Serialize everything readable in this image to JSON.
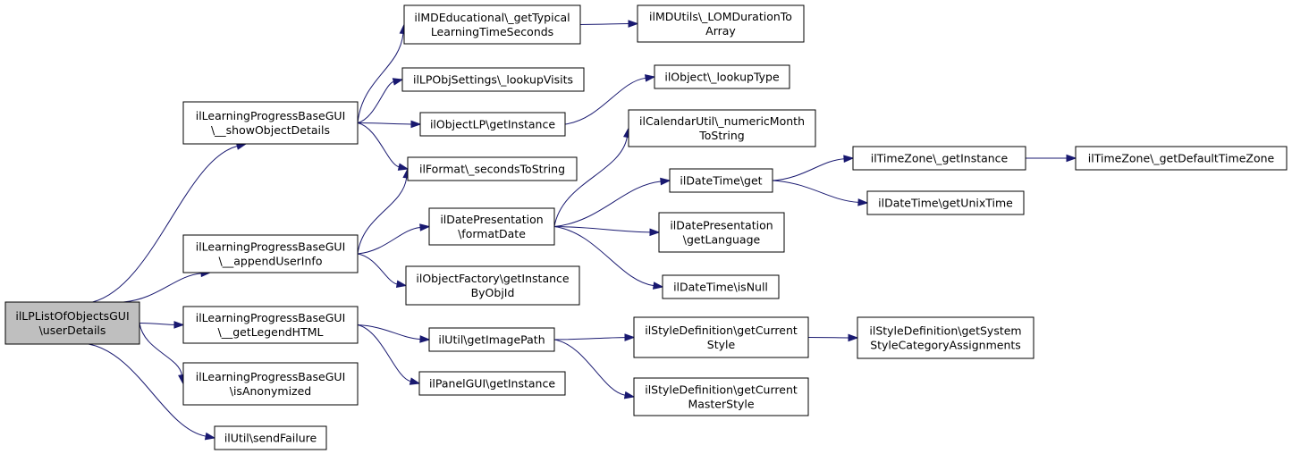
{
  "colors": {
    "edge": "#191970",
    "root_fill": "#bfbfbf",
    "node_fill": "#ffffff",
    "node_border": "#000000"
  },
  "nodes": [
    {
      "id": "root",
      "lines": [
        "ilLPListOfObjectsGUI",
        "\\userDetails"
      ],
      "root": true
    },
    {
      "id": "showObj",
      "lines": [
        "ilLearningProgressBaseGUI",
        "\\__showObjectDetails"
      ]
    },
    {
      "id": "appendUser",
      "lines": [
        "ilLearningProgressBaseGUI",
        "\\__appendUserInfo"
      ]
    },
    {
      "id": "legend",
      "lines": [
        "ilLearningProgressBaseGUI",
        "\\__getLegendHTML"
      ]
    },
    {
      "id": "isAnon",
      "lines": [
        "ilLearningProgressBaseGUI",
        "\\isAnonymized"
      ]
    },
    {
      "id": "sendFail",
      "lines": [
        "ilUtil\\sendFailure"
      ]
    },
    {
      "id": "mdEdu",
      "lines": [
        "ilMDEducational\\_getTypical",
        "LearningTimeSeconds"
      ]
    },
    {
      "id": "lookupVisits",
      "lines": [
        "ilLPObjSettings\\_lookupVisits"
      ]
    },
    {
      "id": "objLP",
      "lines": [
        "ilObjectLP\\getInstance"
      ]
    },
    {
      "id": "secToStr",
      "lines": [
        "ilFormat\\_secondsToString"
      ]
    },
    {
      "id": "formatDate",
      "lines": [
        "ilDatePresentation",
        "\\formatDate"
      ]
    },
    {
      "id": "objFactory",
      "lines": [
        "ilObjectFactory\\getInstance",
        "ByObjId"
      ]
    },
    {
      "id": "imagePath",
      "lines": [
        "ilUtil\\getImagePath"
      ]
    },
    {
      "id": "panelGUI",
      "lines": [
        "ilPanelGUI\\getInstance"
      ]
    },
    {
      "id": "lomDur",
      "lines": [
        "ilMDUtils\\_LOMDurationTo",
        "Array"
      ]
    },
    {
      "id": "lookupType",
      "lines": [
        "ilObject\\_lookupType"
      ]
    },
    {
      "id": "calUtil",
      "lines": [
        "ilCalendarUtil\\_numericMonth",
        "ToString"
      ]
    },
    {
      "id": "dtGet",
      "lines": [
        "ilDateTime\\get"
      ]
    },
    {
      "id": "getLang",
      "lines": [
        "ilDatePresentation",
        "\\getLanguage"
      ]
    },
    {
      "id": "isNull",
      "lines": [
        "ilDateTime\\isNull"
      ]
    },
    {
      "id": "styleCur",
      "lines": [
        "ilStyleDefinition\\getCurrent",
        "Style"
      ]
    },
    {
      "id": "styleMaster",
      "lines": [
        "ilStyleDefinition\\getCurrent",
        "MasterStyle"
      ]
    },
    {
      "id": "tzInst",
      "lines": [
        "ilTimeZone\\_getInstance"
      ]
    },
    {
      "id": "unixTime",
      "lines": [
        "ilDateTime\\getUnixTime"
      ]
    },
    {
      "id": "sysStyle",
      "lines": [
        "ilStyleDefinition\\getSystem",
        "StyleCategoryAssignments"
      ]
    },
    {
      "id": "tzDefault",
      "lines": [
        "ilTimeZone\\_getDefaultTimeZone"
      ]
    }
  ],
  "edges": [
    [
      "root",
      "showObj"
    ],
    [
      "root",
      "appendUser"
    ],
    [
      "root",
      "legend"
    ],
    [
      "root",
      "isAnon"
    ],
    [
      "root",
      "sendFail"
    ],
    [
      "showObj",
      "mdEdu"
    ],
    [
      "showObj",
      "lookupVisits"
    ],
    [
      "showObj",
      "objLP"
    ],
    [
      "showObj",
      "secToStr"
    ],
    [
      "appendUser",
      "secToStr"
    ],
    [
      "appendUser",
      "formatDate"
    ],
    [
      "appendUser",
      "objFactory"
    ],
    [
      "legend",
      "imagePath"
    ],
    [
      "legend",
      "panelGUI"
    ],
    [
      "mdEdu",
      "lomDur"
    ],
    [
      "objLP",
      "lookupType"
    ],
    [
      "formatDate",
      "calUtil"
    ],
    [
      "formatDate",
      "dtGet"
    ],
    [
      "formatDate",
      "getLang"
    ],
    [
      "formatDate",
      "isNull"
    ],
    [
      "imagePath",
      "styleCur"
    ],
    [
      "imagePath",
      "styleMaster"
    ],
    [
      "dtGet",
      "tzInst"
    ],
    [
      "dtGet",
      "unixTime"
    ],
    [
      "styleCur",
      "sysStyle"
    ],
    [
      "tzInst",
      "tzDefault"
    ]
  ]
}
